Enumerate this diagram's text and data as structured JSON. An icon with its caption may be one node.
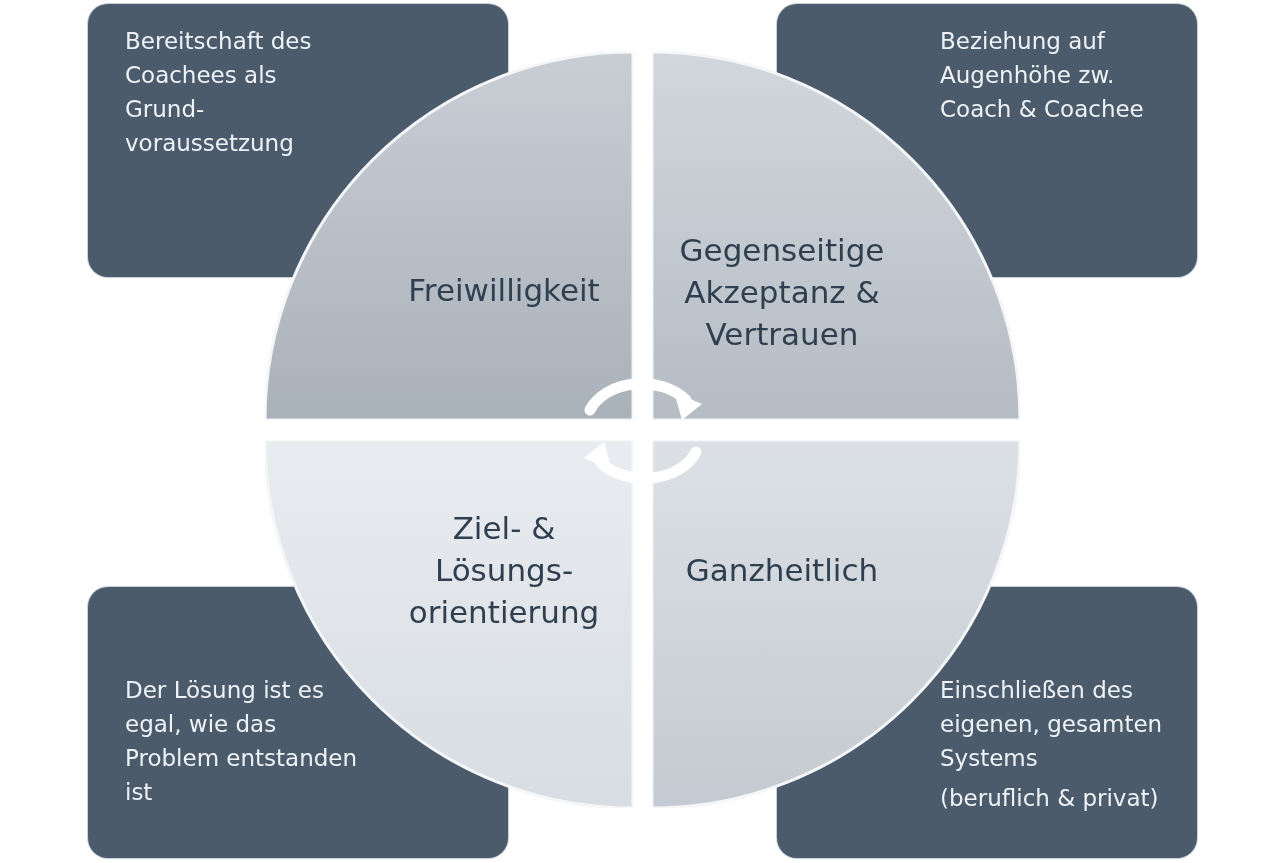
{
  "diagram": {
    "nodes": [
      {
        "text": [
          "Bereitschaft des Coachees als Grund- voraussetzung"
        ]
      },
      {
        "text": [
          "Beziehung auf Augenhöhe zw. Coach & Coachee"
        ]
      },
      {
        "text": [
          "Freiwilligkeit"
        ]
      },
      {
        "text": [
          "Gegenseitige Akzeptanz & Vertrauen"
        ]
      },
      {
        "text": [
          "Ziel- & Lösungs- orientierung"
        ]
      },
      {
        "text": [
          "Ganzheitlich"
        ]
      },
      {
        "text": [
          "Der Lösung ist es egal, wie das Problem entstanden ist"
        ]
      },
      {
        "text": [
          "Einschließen des eigenen, gesamten Systems",
          "(beruflich & privat)"
        ]
      }
    ]
  }
}
